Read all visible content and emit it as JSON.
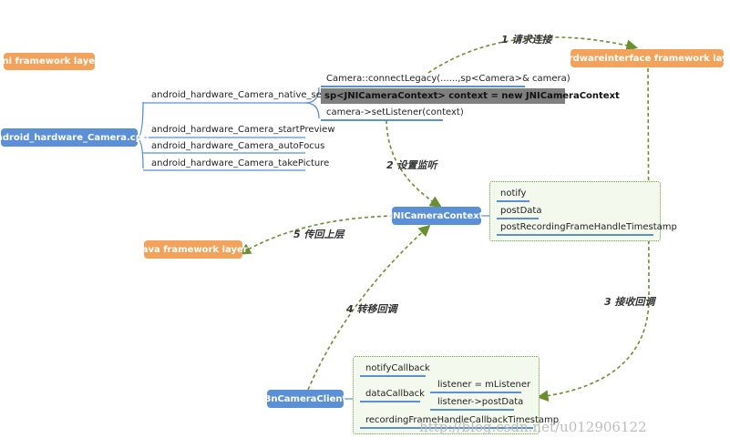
{
  "nodes": {
    "jni_layer": "jni framework layer",
    "hw_layer": "hardwareinterface framework layer",
    "java_layer": "java framework layer",
    "camera_cpp": "android_hardware_Camera.cpp",
    "jni_ctx": "JNICameraContext",
    "bn_client": "BnCameraClient"
  },
  "cpp_functions": {
    "native_setup": "android_hardware_Camera_native_setup",
    "start_preview": "android_hardware_Camera_startPreview",
    "auto_focus": "android_hardware_Camera_autoFocus",
    "take_picture": "android_hardware_Camera_takePicture"
  },
  "setup_steps": {
    "connect": "Camera::connectLegacy(......,sp<Camera>& camera)",
    "context": "sp<JNICameraContext> context = new JNICameraContext",
    "listener": "camera->setListener(context)"
  },
  "ctx_methods": [
    "notify",
    "postData",
    "postRecordingFrameHandleTimestamp"
  ],
  "client_methods": {
    "notify_callback": "notifyCallback",
    "data_callback": "dataCallback",
    "listener_assign": "listener = mListener",
    "listener_post": "listener->postData",
    "recording_callback": "recordingFrameHandleCallbackTimestamp"
  },
  "arrows": {
    "a1": "1 请求连接",
    "a2": "2 设置监听",
    "a3": "3 接收回调",
    "a4": "4 转移回调",
    "a5": "5 传回上层"
  },
  "watermark": "http://blog.csdn.net/u012906122",
  "colors": {
    "orange": "#f2a25a",
    "blue": "#5b8fd6",
    "arrow": "#6a8f2f",
    "highlight": "#7f7f7f",
    "box_border": "#6a9a3a"
  }
}
